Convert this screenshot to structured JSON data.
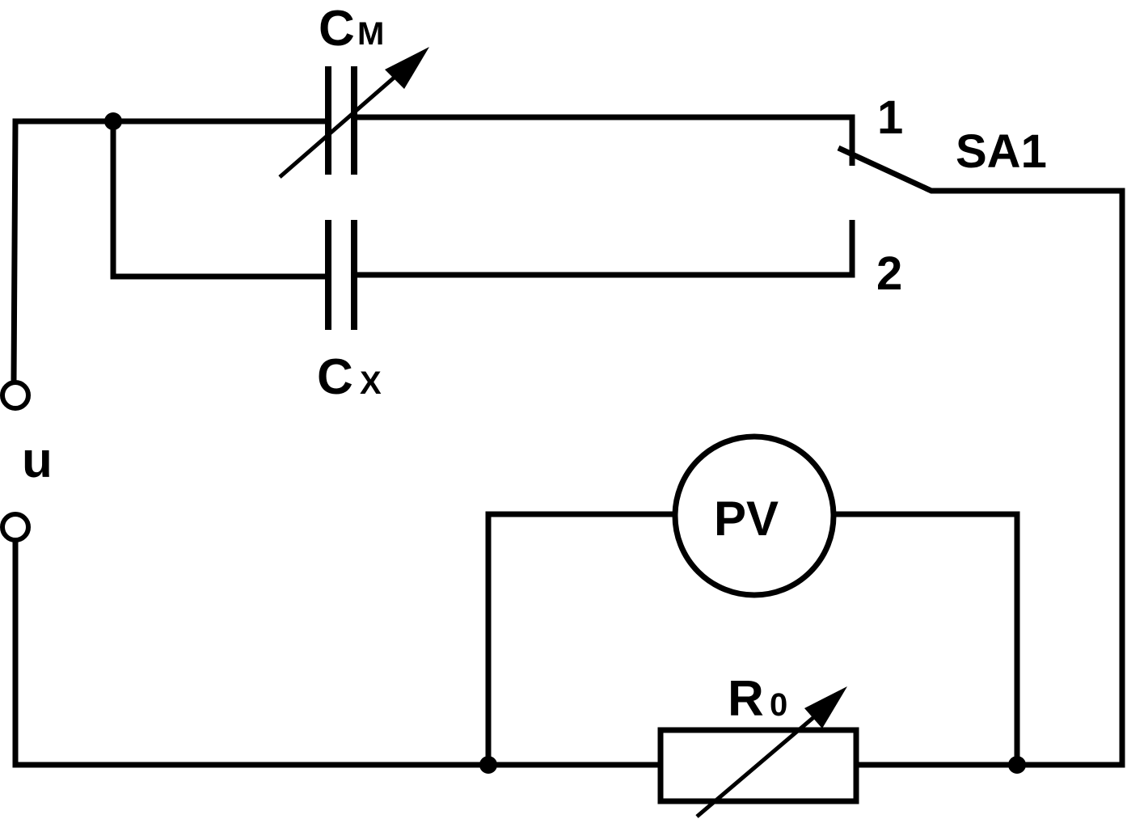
{
  "labels": {
    "cm_main": "C",
    "cm_sub": "M",
    "cx_main": "C",
    "cx_sub": "X",
    "switch_name": "SA1",
    "switch_pos_1": "1",
    "switch_pos_2": "2",
    "source": "u",
    "meter": "PV",
    "r0_main": "R",
    "r0_sub": "0"
  }
}
